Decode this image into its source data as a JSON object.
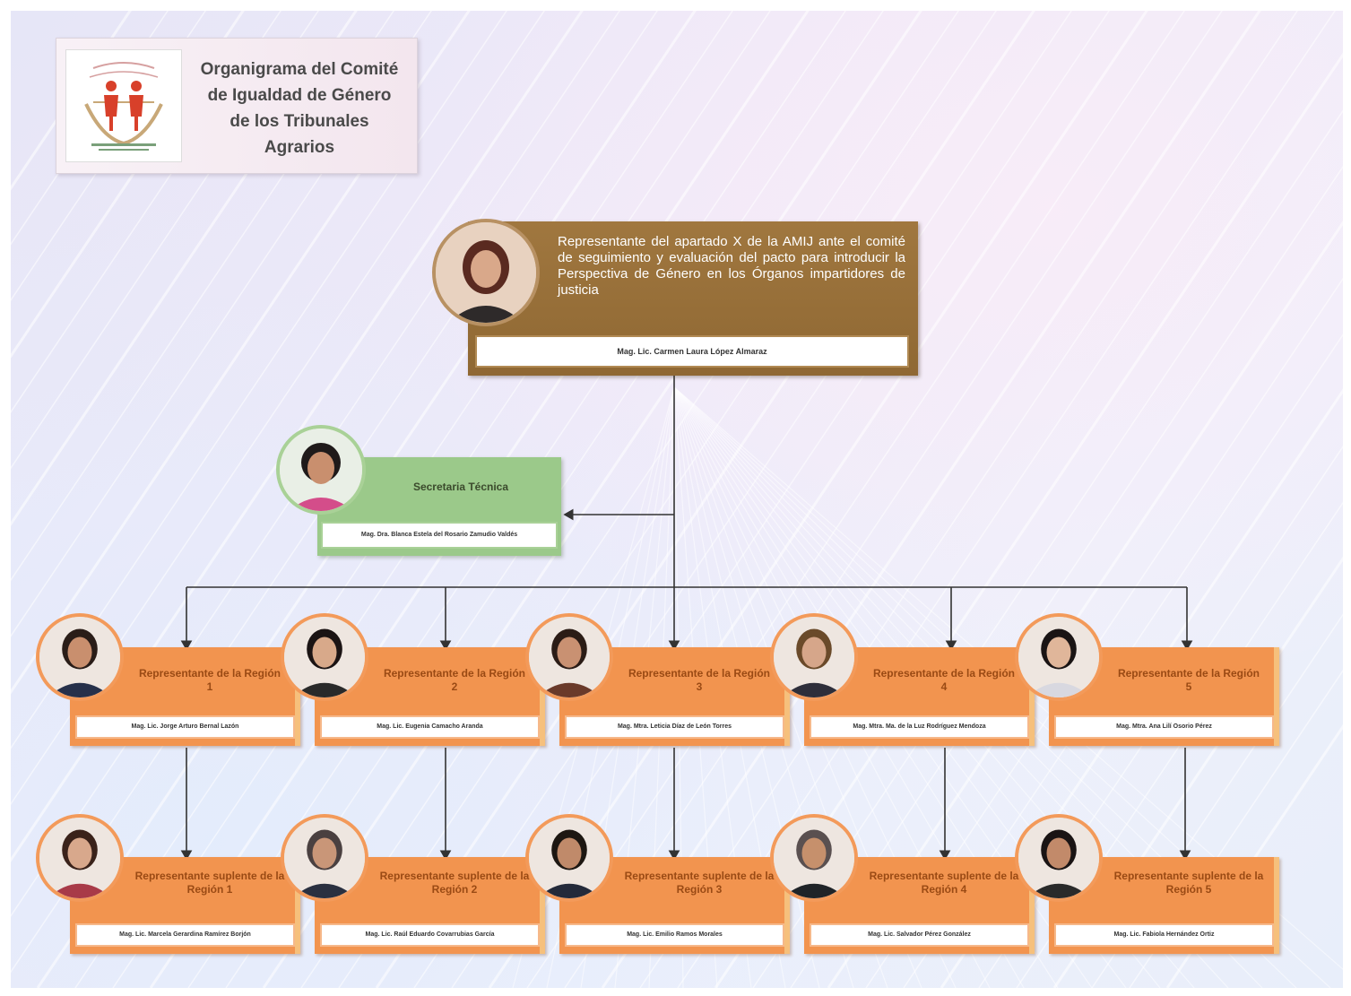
{
  "title": {
    "line1": "Organigrama del Comité",
    "line2": "de Igualdad de Género",
    "line3": "de los Tribunales",
    "line4": "Agrarios"
  },
  "top": {
    "role": "Representante del apartado X de la AMIJ ante el comité de seguimiento y evaluación del pacto para introducir la Perspectiva de Género en los Órganos impartidores de justicia",
    "name": "Mag. Lic. Carmen Laura López Almaraz"
  },
  "secretary": {
    "role": "Secretaria Técnica",
    "name": "Mag. Dra. Blanca Estela del Rosario Zamudio Valdés"
  },
  "regions": [
    {
      "role": "Representante de la Región 1",
      "name": "Mag. Lic. Jorge Arturo Bernal Lazón"
    },
    {
      "role": "Representante de la Región 2",
      "name": "Mag. Lic. Eugenia Camacho Aranda"
    },
    {
      "role": "Representante de la Región 3",
      "name": "Mag. Mtra. Leticia Díaz de León Torres"
    },
    {
      "role": "Representante de la Región 4",
      "name": "Mag. Mtra. Ma. de la Luz Rodríguez Mendoza"
    },
    {
      "role": "Representante de la Región 5",
      "name": "Mag. Mtra. Ana Lilí Osorio Pérez"
    }
  ],
  "substitutes": [
    {
      "role": "Representante suplente de la Región 1",
      "name": "Mag. Lic. Marcela Gerardina Ramírez Borjón"
    },
    {
      "role": "Representante suplente de la Región 2",
      "name": "Mag. Lic. Raúl Eduardo Covarrubias García"
    },
    {
      "role": "Representante suplente de la Región 3",
      "name": "Mag. Lic. Emilio Ramos Morales"
    },
    {
      "role": "Representante suplente de la Región 4",
      "name": "Mag. Lic. Salvador Pérez González"
    },
    {
      "role": "Representante suplente de la Región 5",
      "name": "Mag. Lic. Fabiola Hernández Ortiz"
    }
  ],
  "colors": {
    "brown_box": "#9a723c",
    "green_box": "#9bc98a",
    "orange_box": "#f2944f",
    "connector": "#333333"
  },
  "icons": {
    "logo": "gender-equality-logo-icon",
    "photo": "person-photo-icon"
  }
}
